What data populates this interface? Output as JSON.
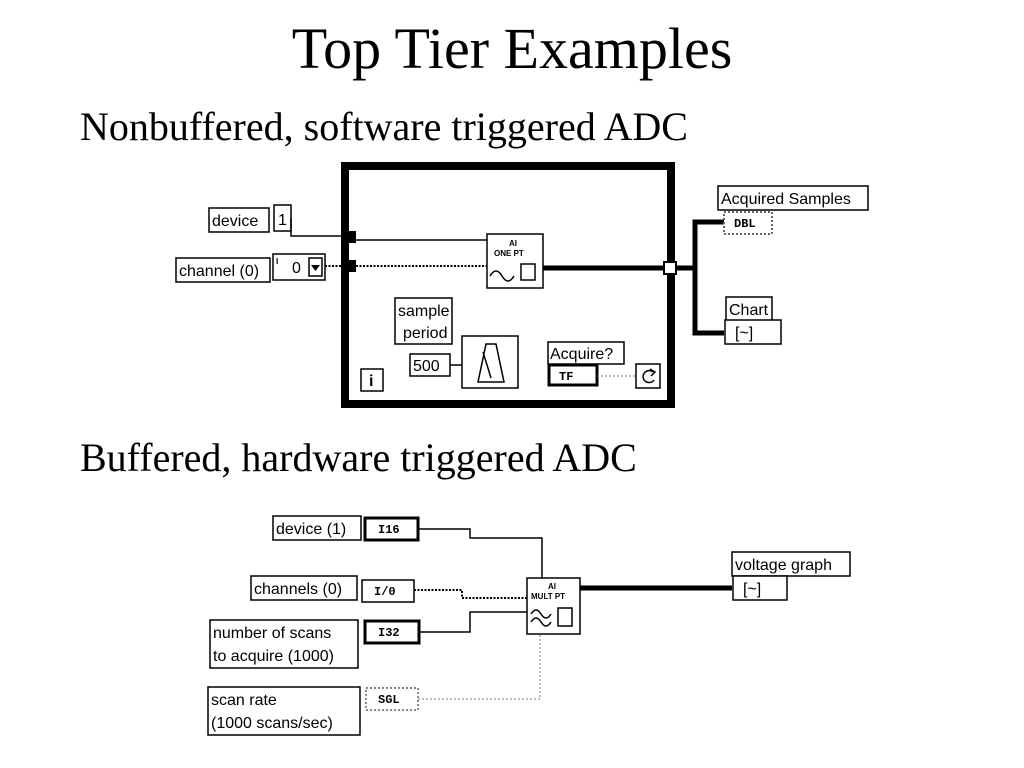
{
  "title": "Top Tier Examples",
  "section1": {
    "heading": "Nonbuffered, software triggered ADC",
    "device_label": "device",
    "device_value": "1",
    "channel_label": "channel (0)",
    "channel_value": "0",
    "ai_vi_line1": "AI",
    "ai_vi_line2": "ONE PT",
    "sample_period_line1": "sample",
    "sample_period_line2": "period",
    "sample_period_value": "500",
    "acquire_label": "Acquire?",
    "acquire_type": "TF",
    "acquired_samples_label": "Acquired Samples",
    "acquired_samples_type": "DBL",
    "chart_label": "Chart",
    "chart_type": "[~]",
    "loop_index": "i"
  },
  "section2": {
    "heading": "Buffered, hardware triggered ADC",
    "device_label": "device (1)",
    "device_type": "I16",
    "channels_label": "channels (0)",
    "channels_type": "I/0",
    "scans_line1": "number of scans",
    "scans_line2": "to acquire (1000)",
    "scans_type": "I32",
    "rate_line1": "scan rate",
    "rate_line2": "(1000 scans/sec)",
    "rate_type": "SGL",
    "ai_vi_line1": "AI",
    "ai_vi_line2": "MULT PT",
    "graph_label": "voltage graph",
    "graph_type": "[~]"
  }
}
